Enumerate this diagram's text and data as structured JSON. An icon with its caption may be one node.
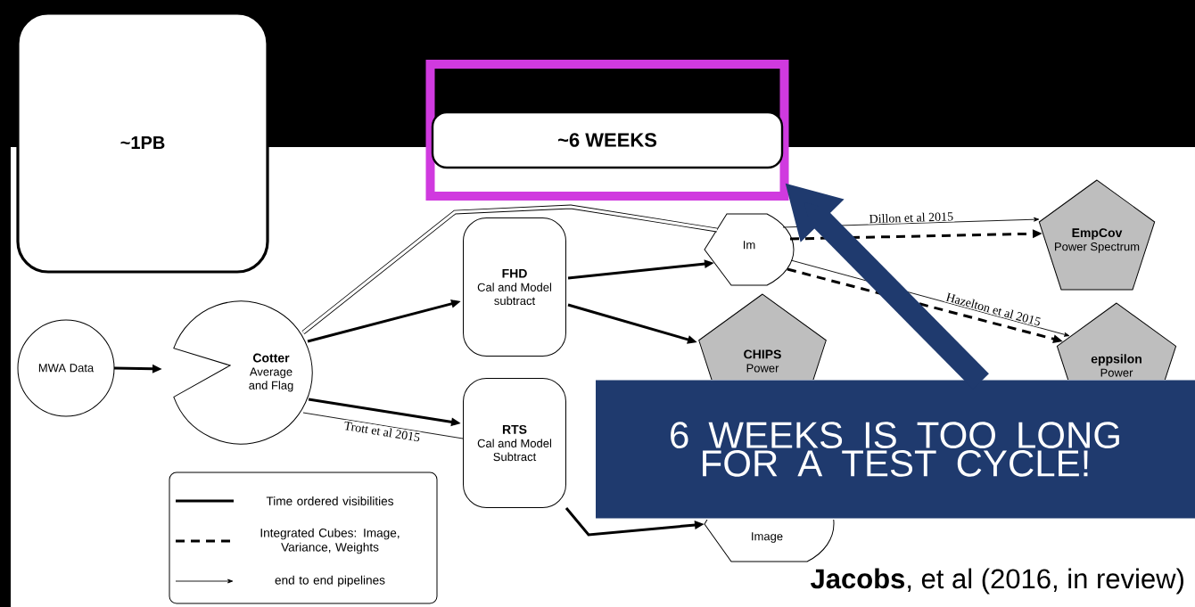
{
  "diagram": {
    "nodes": [
      {
        "text": [
          "MWA Data"
        ]
      },
      {
        "text": [
          "Cotter",
          "Average and Flag"
        ]
      },
      {
        "text": [
          "FHD",
          "Cal and Model subtract"
        ]
      },
      {
        "text": [
          "RTS",
          "Cal and Model Subtract"
        ]
      },
      {
        "text": [
          "Im"
        ]
      },
      {
        "text": [
          "EmpCov",
          "Power Spectrum"
        ]
      },
      {
        "text": [
          "CHIPS",
          "Power"
        ]
      },
      {
        "text": [
          "eppsilon",
          "Power"
        ]
      },
      {
        "text": [
          "Image"
        ]
      },
      {
        "text": [
          "~1PB"
        ]
      },
      {
        "text": [],
        "shape": "box"
      },
      {
        "text": [
          "~6 WEEKS"
        ],
        "in": 10
      },
      {
        "text": [
          "6 WEEKS IS TOO LONG FOR A TEST CYCLE!"
        ]
      }
    ],
    "edges": [
      {
        "from": 0,
        "to": 1,
        "arrow": "to"
      },
      {
        "from": 1,
        "to": 2,
        "arrow": "to"
      },
      {
        "from": 1,
        "to": 4,
        "arrow": "none"
      },
      {
        "from": 1,
        "to": 3,
        "arrow": "to"
      },
      {
        "from": 1,
        "to": 3,
        "arrow": "none",
        "label": "Trott et al 2015"
      },
      {
        "from": 2,
        "to": 4,
        "arrow": "to"
      },
      {
        "from": 2,
        "to": 6,
        "arrow": "to"
      },
      {
        "from": 4,
        "to": 5,
        "arrow": "to",
        "label": "Dillon et al 2015"
      },
      {
        "from": 4,
        "to": 5,
        "arrow": "to",
        "style": "dashed"
      },
      {
        "from": 4,
        "to": 7,
        "arrow": "to",
        "label": "Hazelton et al 2015"
      },
      {
        "from": 4,
        "to": 7,
        "arrow": "to",
        "style": "dashed"
      },
      {
        "from": 3,
        "to": 8,
        "arrow": "to"
      },
      {
        "from": 12,
        "to": 10,
        "arrow": "to",
        "style": "thick",
        "color": "#1f3a6e"
      }
    ],
    "labels": [
      "**Jacobs**, et al (2016, in review)"
    ],
    "legend": [
      {
        "text": "Time ordered visibilities"
      },
      {
        "text": "Integrated Cubes: Image, Variance, Weights"
      },
      {
        "text": "end to end pipelines"
      }
    ]
  }
}
